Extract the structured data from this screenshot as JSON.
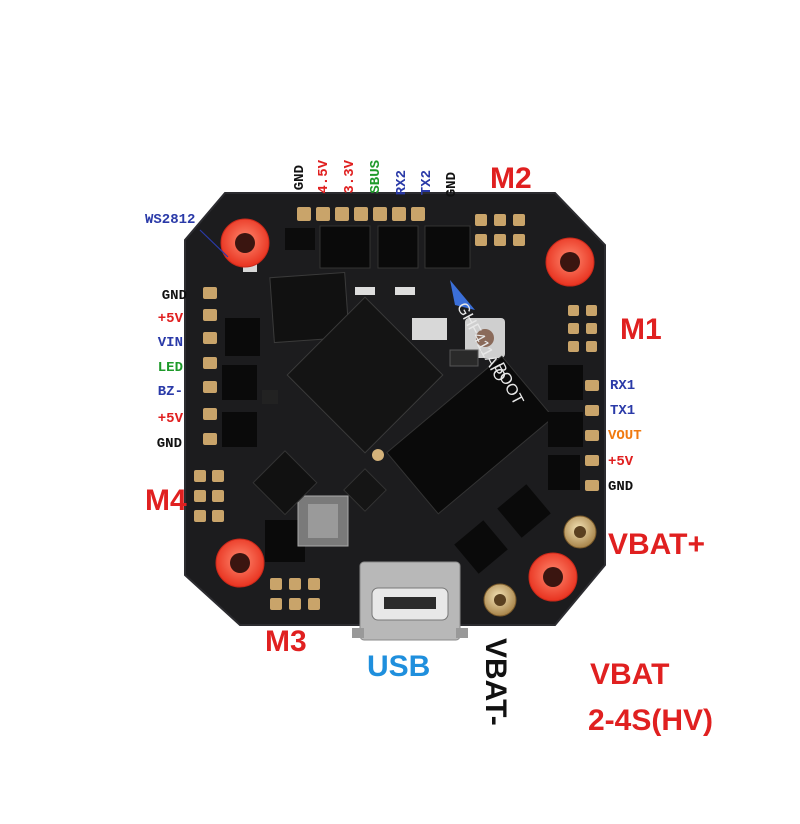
{
  "colors": {
    "red": "#e02020",
    "blue": "#2a3aa8",
    "green": "#1e9a2a",
    "orange": "#f07a10",
    "black": "#111111",
    "usb": "#1f8fdd",
    "board": "#1c1c1e",
    "pad": "#c9a46a",
    "mount": "#f04a36"
  },
  "top_pins": [
    "GND",
    "4.5V",
    "3.3V",
    "SBUS",
    "RX2",
    "TX2",
    "GND"
  ],
  "left_pins": [
    "GND",
    "+5V",
    "VIN",
    "LED",
    "BZ-",
    "+5V",
    "GND"
  ],
  "right_pins": [
    "RX1",
    "TX1",
    "VOUT",
    "+5V",
    "GND"
  ],
  "motors": {
    "m1": "M1",
    "m2": "M2",
    "m3": "M3",
    "m4": "M4"
  },
  "ws2812": "WS2812",
  "vbat_plus": "VBAT+",
  "vbat_minus": "VBAT-",
  "usb": "USB",
  "vbat_title": "VBAT",
  "vbat_range": "2-4S(HV)",
  "board_name": "GHF411AIO",
  "boot_label": "BOOT"
}
